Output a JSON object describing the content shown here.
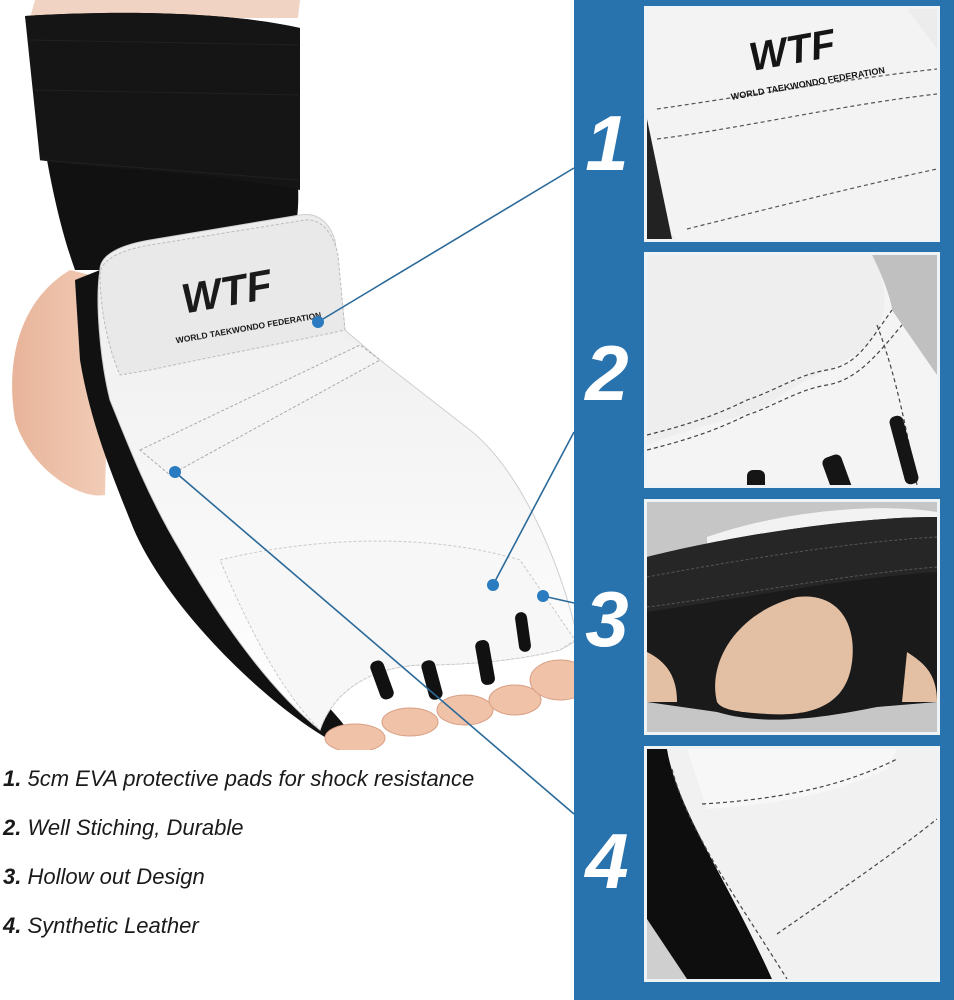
{
  "product": {
    "logo_text": "WTF",
    "logo_subtitle": "WORLD TAEKWONDO FEDERATION"
  },
  "panel": {
    "background_color": "#2872ad",
    "items": [
      {
        "number": "1",
        "photo": "WTF logo pad close-up",
        "logo_text": "WTF",
        "logo_subtitle": "WORLD TAEKWONDO FEDERATION"
      },
      {
        "number": "2",
        "photo": "Stitching close-up"
      },
      {
        "number": "3",
        "photo": "Hollow out heel design"
      },
      {
        "number": "4",
        "photo": "Synthetic leather edge close-up"
      }
    ]
  },
  "features": [
    {
      "number": "1.",
      "text": " 5cm EVA protective pads for shock resistance"
    },
    {
      "number": "2.",
      "text": " Well Stiching, Durable"
    },
    {
      "number": "3.",
      "text": " Hollow out Design"
    },
    {
      "number": "4.",
      "text": " Synthetic  Leather"
    }
  ],
  "colors": {
    "accent_blue": "#2872ad",
    "callout_dot": "#2a7bbf",
    "callout_line": "#2a6a9a",
    "pad_white": "#f2f2f2",
    "sleeve_black": "#111111",
    "skin": "#e9b9a0"
  }
}
